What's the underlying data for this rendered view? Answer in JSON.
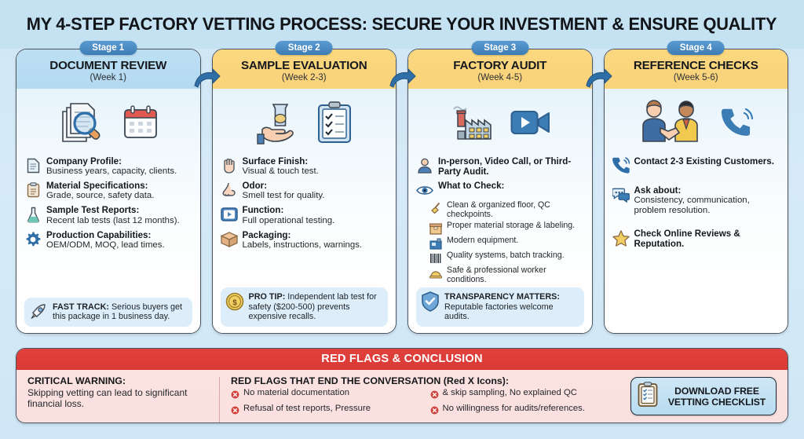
{
  "header": {
    "title": "MY 4-STEP FACTORY VETTING PROCESS: SECURE YOUR INVESTMENT & ENSURE QUALITY"
  },
  "colors": {
    "stage_badge": "#3d7db5",
    "head_stage1": "#b4daf0",
    "head_stages234": "#fad27a",
    "red_banner": "#d93a35",
    "red_body": "#fae0df",
    "page_background": "#cfe6f5",
    "arrow": "#2f6fa8",
    "callout": "#ddeefa",
    "download_button": "#b8dcf0"
  },
  "stages": [
    {
      "badge": "Stage 1",
      "title": "DOCUMENT REVIEW",
      "week": "(Week 1)",
      "head_style": "blue",
      "art_icons": [
        "documents-magnifier-icon",
        "calendar-icon"
      ],
      "items": [
        {
          "icon": "document-icon",
          "label": "Company Profile:",
          "desc": "Business years, capacity, clients."
        },
        {
          "icon": "clipboard-icon",
          "label": "Material Specifications:",
          "desc": "Grade, source, safety data."
        },
        {
          "icon": "flask-icon",
          "label": "Sample Test Reports:",
          "desc": "Recent lab tests (last 12 months)."
        },
        {
          "icon": "gear-icon",
          "label": "Production Capabilities:",
          "desc": "OEM/ODM, MOQ, lead times."
        }
      ],
      "callout": {
        "icon": "rocket-icon",
        "label": "FAST TRACK:",
        "desc": "Serious buyers get this package in 1 business day."
      }
    },
    {
      "badge": "Stage 2",
      "title": "SAMPLE EVALUATION",
      "week": "(Week 2-3)",
      "head_style": "yellow",
      "art_icons": [
        "hand-holding-sample-icon",
        "clipboard-check-icon"
      ],
      "items": [
        {
          "icon": "hand-icon",
          "label": "Surface Finish:",
          "desc": "Visual & touch test."
        },
        {
          "icon": "nose-icon",
          "label": "Odor:",
          "desc": "Smell test for quality."
        },
        {
          "icon": "play-button-icon",
          "label": "Function:",
          "desc": "Full operational testing."
        },
        {
          "icon": "box-icon",
          "label": "Packaging:",
          "desc": "Labels, instructions, warnings."
        }
      ],
      "callout": {
        "icon": "coin-dollar-icon",
        "label": "PRO TIP:",
        "desc": "Independent lab test for safety ($200-500) prevents expensive recalls."
      }
    },
    {
      "badge": "Stage 3",
      "title": "FACTORY AUDIT",
      "week": "(Week 4-5)",
      "head_style": "yellow",
      "art_icons": [
        "factory-icon",
        "video-camera-icon"
      ],
      "items": [
        {
          "icon": "person-icon",
          "label": "In-person, Video Call, or Third-Party Audit.",
          "desc": ""
        },
        {
          "icon": "eye-icon",
          "label": "What to Check:",
          "desc": ""
        }
      ],
      "subitems": [
        {
          "icon": "broom-icon",
          "desc": "Clean & organized floor, QC checkpoints."
        },
        {
          "icon": "storage-box-icon",
          "desc": "Proper material storage & labeling."
        },
        {
          "icon": "machine-icon",
          "desc": "Modern equipment."
        },
        {
          "icon": "barcode-icon",
          "desc": "Quality systems, batch tracking."
        },
        {
          "icon": "hard-hat-icon",
          "desc": "Safe & professional worker conditions."
        }
      ],
      "callout": {
        "icon": "shield-check-icon",
        "label": "TRANSPARENCY MATTERS:",
        "desc": "Reputable factories welcome audits."
      }
    },
    {
      "badge": "Stage 4",
      "title": "REFERENCE CHECKS",
      "week": "(Week 5-6)",
      "head_style": "yellow",
      "art_icons": [
        "handshake-icon",
        "phone-ringing-icon"
      ],
      "items": [
        {
          "icon": "phone-icon",
          "label": "Contact 2-3 Existing Customers.",
          "desc": ""
        },
        {
          "icon": "chat-bubbles-icon",
          "label": "Ask about:",
          "desc": "Consistency, communication, problem resolution."
        },
        {
          "icon": "star-icon",
          "label": "Check Online Reviews & Reputation.",
          "desc": ""
        }
      ]
    }
  ],
  "bottom": {
    "banner_title": "RED FLAGS & CONCLUSION",
    "warning_title": "CRITICAL WARNING:",
    "warning_body": "Skipping vetting can lead to significant financial loss.",
    "flags_title": "RED FLAGS THAT END THE CONVERSATION (Red X Icons):",
    "flags_left": [
      "No material documentation",
      "Refusal of test reports, Pressure"
    ],
    "flags_right": [
      "& skip sampling, No explained QC",
      "No willingness for audits/references."
    ],
    "download_line1": "DOWNLOAD FREE",
    "download_line2": "VETTING CHECKLIST",
    "download_icon": "clipboard-checklist-icon"
  }
}
